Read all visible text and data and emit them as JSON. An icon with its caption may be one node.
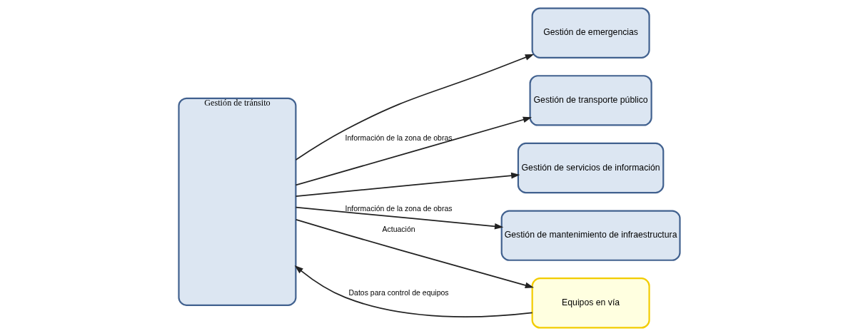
{
  "diagram": {
    "nodes": [
      {
        "text": [
          "Gestión de emergencias"
        ]
      },
      {
        "text": [
          "Gestión de transporte público"
        ]
      },
      {
        "text": [
          "Gestión de servicios de información"
        ]
      },
      {
        "text": [
          "Gestión de tránsito"
        ]
      },
      {
        "text": [
          "Gestión de mantenimiento de infraestructura"
        ]
      },
      {
        "text": [
          "Equipos en vía"
        ]
      }
    ],
    "edges": [
      {
        "from": 3,
        "to": 0,
        "arrow": "to"
      },
      {
        "from": 3,
        "to": 1,
        "arrow": "to",
        "label": "Información de la zona de obras"
      },
      {
        "from": 3,
        "to": 2,
        "arrow": "to"
      },
      {
        "from": 3,
        "to": 4,
        "arrow": "to",
        "label": "Información de la zona de obras"
      },
      {
        "from": 5,
        "to": 3,
        "arrow": "to",
        "label": "Datos para control de equipos"
      },
      {
        "from": 3,
        "to": 5,
        "arrow": "to",
        "label": "Actuación"
      }
    ]
  }
}
